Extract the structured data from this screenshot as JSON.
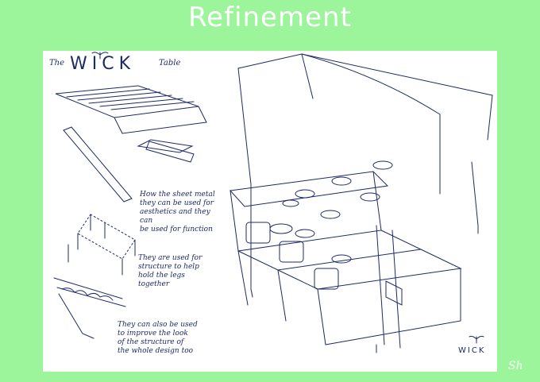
{
  "page": {
    "title": "Refinement",
    "signature": "Sh"
  },
  "sketch": {
    "header_prefix": "The",
    "header_logo": "WICK",
    "header_suffix": "Table",
    "brand_mark": "WICK",
    "notes": [
      "How the sheet metal\nthey can be used for\naesthetics and they can\nbe used for function",
      "They are used for\nstructure to help\nhold the legs together",
      "They can also be used\nto improve the look\nof the structure of\nthe whole design too"
    ]
  },
  "colors": {
    "background": "#9cf59a",
    "title": "#ffffff",
    "sheet": "#ffffff",
    "ink": "#1c2a66"
  }
}
